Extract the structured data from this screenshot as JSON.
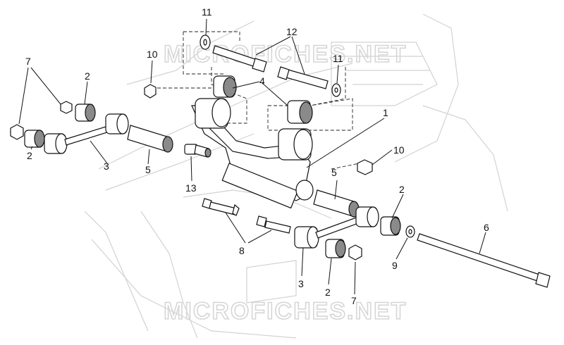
{
  "watermark": {
    "top": "MICROFICHES.NET",
    "bottom": "MICROFICHES.NET"
  },
  "colors": {
    "outline": "#111111",
    "fill_light": "#ffffff",
    "fill_shade": "#8a8a8a",
    "frame": "#d2d2d2",
    "watermark": "#d6d6d6"
  },
  "callouts": {
    "c11_top": "11",
    "c12": "12",
    "c11_mid": "11",
    "c10_top": "10",
    "c7_left": "7",
    "c2_topleft": "2",
    "c4": "4",
    "c1": "1",
    "c2_left": "2",
    "c3_left": "3",
    "c5_left": "5",
    "c13": "13",
    "c10_right": "10",
    "c5_right": "5",
    "c2_right": "2",
    "c6": "6",
    "c8": "8",
    "c9": "9",
    "c3_bottom": "3",
    "c2_bottom": "2",
    "c7_bottom": "7"
  }
}
